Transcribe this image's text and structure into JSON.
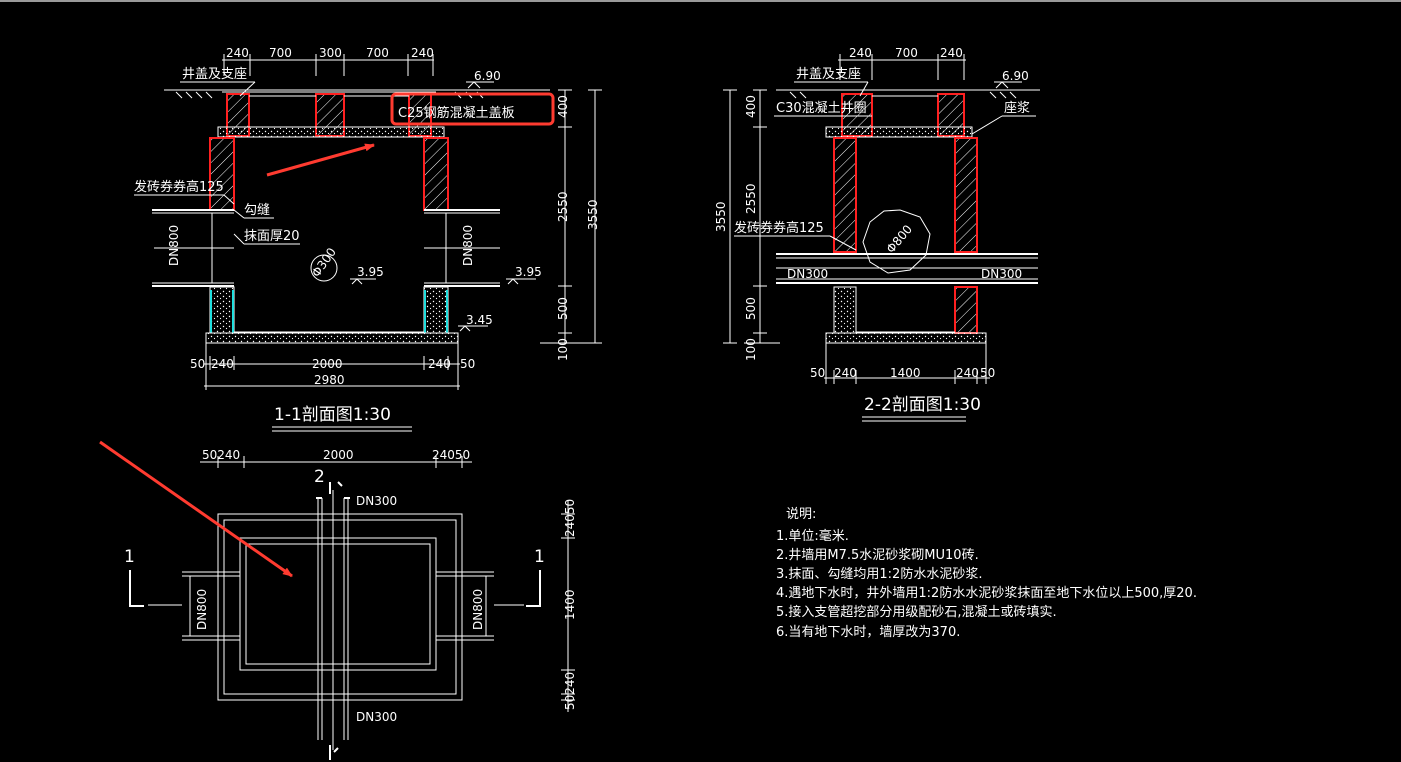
{
  "colors": {
    "background": "#000000",
    "line": "#ffffff",
    "wall": "#ff2020",
    "waterproof": "#20e0e0",
    "annotation": "#ff3b30"
  },
  "section1": {
    "title": "1-1剖面图1:30",
    "top_dims": [
      "240",
      "700",
      "300",
      "700",
      "240"
    ],
    "label_cover": "井盖及支座",
    "label_slab": "C25钢筋混凝土盖板",
    "label_arch": "发砖券券高125",
    "label_joint": "勾缝",
    "label_plaster": "抹面厚20",
    "pipe_left": "DN800",
    "pipe_right": "DN800",
    "pipe_circle": "Φ300",
    "elev_top": "6.90",
    "elev_mid_center": "3.95",
    "elev_mid_right": "3.95",
    "elev_bottom": "3.45",
    "vdims_inner": [
      "400",
      "2550",
      "500",
      "100"
    ],
    "vdim_total": "3550",
    "bottom_dims": [
      "50",
      "240",
      "2000",
      "240",
      "50"
    ],
    "bottom_total": "2980"
  },
  "section2": {
    "title": "2-2剖面图1:30",
    "top_dims": [
      "240",
      "700",
      "240"
    ],
    "label_cover": "井盖及支座",
    "label_ring": "C30混凝土井圈",
    "label_grout": "座浆",
    "label_arch": "发砖券券高125",
    "pipe_circle": "Φ800",
    "pipe_left": "DN300",
    "pipe_right": "DN300",
    "elev_top": "6.90",
    "vdims": [
      "400",
      "2550",
      "500",
      "100"
    ],
    "vdim_total": "3550",
    "bottom_dims": [
      "50",
      "240",
      "1400",
      "240",
      "50"
    ]
  },
  "plan": {
    "top_dims": [
      "50240",
      "2000",
      "24050"
    ],
    "right_dims": [
      "24050",
      "1400",
      "50240"
    ],
    "section_mark_1": "1",
    "section_mark_2": "2",
    "pipe_top": "DN300",
    "pipe_bottom": "DN300",
    "pipe_left": "DN800",
    "pipe_right": "DN800"
  },
  "notes": {
    "heading": "说明:",
    "items": [
      "1.单位:毫米.",
      "2.井墙用M7.5水泥砂浆砌MU10砖.",
      "3.抹面、勾缝均用1:2防水水泥砂浆.",
      "4.遇地下水时，井外墙用1:2防水水泥砂浆抹面至地下水位以上500,厚20.",
      "5.接入支管超挖部分用级配砂石,混凝土或砖填实.",
      "6.当有地下水时，墙厚改为370."
    ]
  }
}
